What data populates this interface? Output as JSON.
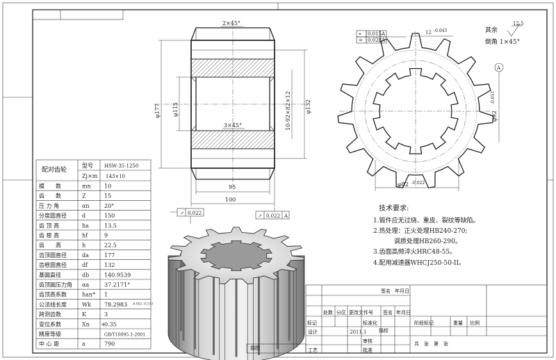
{
  "top_view": {
    "chamfer_top": "2×45°",
    "chamfer_mid": "3×45°",
    "dia_177": "φ177",
    "dia_115": "φ115",
    "dia_132": "φ132",
    "spline_spec": "10-92×82×12",
    "width_95": "95",
    "width_100": "100",
    "runout_left_val": "0.022",
    "runout_right_val": "0.022",
    "runout_right_ref": "A"
  },
  "gear_view": {
    "tol_1_val": "0.015",
    "tol_1_ref": "A",
    "tol_2_val": "0.028",
    "tol_2_ref": "A",
    "key_width": "12",
    "key_width_tol": "-0.043",
    "datum": "A",
    "dia_92": "φ92",
    "dia_92_tol": "-0.011",
    "dia_82": "φ82",
    "dia_82_tol": "-0.022"
  },
  "notes_top": {
    "rest_label": "其余",
    "roughness": "12.5",
    "chamfer_note": "倒角 1×45°"
  },
  "tech_requirements": {
    "title": "技术要求:",
    "items": [
      "1.锻件应无过烧、重皮、裂纹等缺陷。",
      "2.热处理：正火处理HB240-270;",
      "调质处理HB260-290。",
      "3.齿面高频淬火HRC48-55。",
      "4.配用减速器WHCJ250-50-II。"
    ]
  },
  "param_table": {
    "header": [
      "配对齿轮",
      "型号",
      "HSW·35·1250"
    ],
    "header2": [
      "Zj×m",
      "143×10"
    ],
    "rows": [
      [
        "模　　数",
        "mn",
        "10"
      ],
      [
        "齿　　数",
        "Z",
        "15"
      ],
      [
        "压 力 角",
        "αn",
        "20°"
      ],
      [
        "分度圆直径",
        "d",
        "150"
      ],
      [
        "齿 顶 高",
        "ha",
        "13.5"
      ],
      [
        "齿 根 高",
        "hf",
        "9"
      ],
      [
        "齿　　高",
        "h",
        "22.5"
      ],
      [
        "齿顶圆直径",
        "da",
        "177"
      ],
      [
        "齿根圆直径",
        "df",
        "132"
      ],
      [
        "基圆直径",
        "db",
        "140.9539"
      ],
      [
        "齿顶圆压力角",
        "αa",
        "37.2171°"
      ],
      [
        "齿顶高系数",
        "han*",
        "1"
      ],
      [
        "公法线长度",
        "Wk",
        "78.2983"
      ],
      [
        "跨测齿数",
        "K",
        "3"
      ],
      [
        "变位系数",
        "Xn",
        "0.35"
      ],
      [
        "精度等级",
        "",
        "GB/T10095.1-2001"
      ],
      [
        "中 心 距",
        "a",
        "790"
      ]
    ],
    "wk_tol": "-0.052 -0.113",
    "xn_sign": "+"
  },
  "title_block": {
    "row1": [
      "标记",
      "处数",
      "分区",
      "更改文件号",
      "签名",
      "年月日"
    ],
    "row2": [
      "设计",
      "",
      "标准化"
    ],
    "row3": [
      "审核"
    ],
    "row4": [
      "工艺",
      "",
      "批准"
    ],
    "stage_cols": [
      "阶段标记",
      "重量",
      "比例"
    ],
    "sheet": [
      "共",
      "张",
      "第",
      "张"
    ],
    "sign_cols": [
      "签名",
      "年月日"
    ],
    "misc_1": "描图",
    "misc_2": "描校",
    "year": "2011.1"
  },
  "colors": {
    "line": "#222222",
    "hatch": "#555555",
    "gear_fill": "#d8d8d8",
    "gear_dark": "#8a8a8a"
  }
}
